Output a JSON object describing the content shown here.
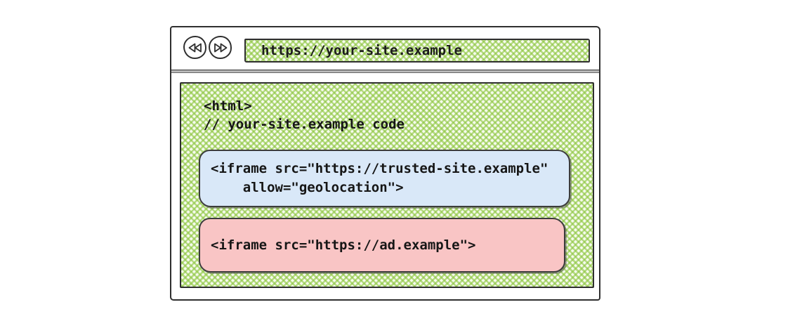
{
  "browser_window": {
    "toolbar": {
      "back_button": {
        "icon": "rewind-icon"
      },
      "forward_button": {
        "icon": "fast-forward-icon"
      },
      "url_bar": {
        "value": "https://your-site.example"
      }
    },
    "page": {
      "code_lines": [
        "<html>",
        "// your-site.example code"
      ],
      "trusted_iframe_box": {
        "lines": [
          "<iframe src=\"https://trusted-site.example\"",
          "    allow=\"geolocation\">"
        ]
      },
      "ad_iframe_box": {
        "lines": [
          "<iframe src=\"https://ad.example\">"
        ]
      }
    }
  },
  "colors": {
    "ink": "#2f2f2f",
    "hatch_line": "rgba(141,198,63,0.62)",
    "hatch_bg": "#f6fbee",
    "trusted_blue": "#d9e8f8",
    "ad_pink": "#f9c5c5"
  }
}
